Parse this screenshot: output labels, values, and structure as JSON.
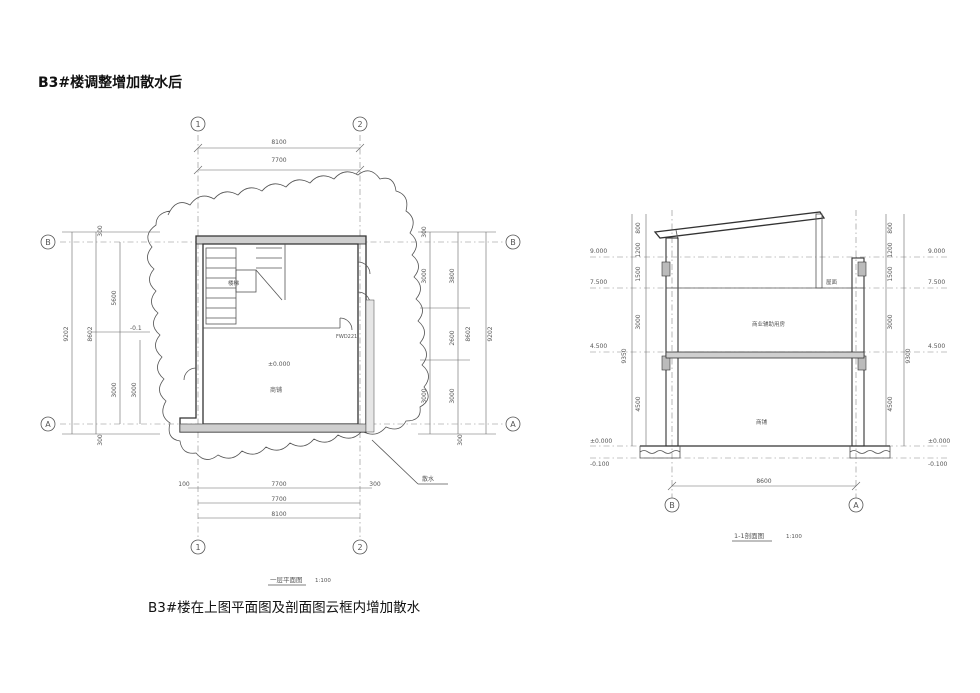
{
  "title": "B3#楼调整增加散水后",
  "caption": "B3#楼在上图平面图及剖面图云框内增加散水",
  "plan": {
    "grid_top": [
      "1",
      "2"
    ],
    "grid_left": [
      "B",
      "A"
    ],
    "grid_right": [
      "B",
      "A"
    ],
    "dim_top_total": "8100",
    "dim_top_inner": "7700",
    "dim_bottom_left": "100",
    "dim_bottom_right": "300",
    "dim_bottom_1": "7700",
    "dim_bottom_2": "7700",
    "dim_bottom_3": "8100",
    "left_dims": {
      "d300_top": "300",
      "d5600": "5600",
      "d8602": "8602",
      "d9202": "9202",
      "d3000": "3000",
      "d3000b": "3000",
      "d300_bot": "300"
    },
    "right_dims": {
      "d300_top": "300",
      "d3000": "3000",
      "d3800": "3800",
      "d2600": "2600",
      "d8602": "8602",
      "d9202": "9202",
      "d3000b": "3000",
      "d3000c": "3000",
      "d300_bot": "300"
    },
    "level_left": "-0.1",
    "room_stair": "楼梯",
    "room_level": "±0.000",
    "room_shop": "商铺",
    "door_tag": "FWD221",
    "note_apron": "散水",
    "plan_title": "一层平面图",
    "plan_scale": "1:100"
  },
  "section": {
    "grid_bottom": [
      "B",
      "A"
    ],
    "levels": [
      "9.000",
      "7.500",
      "4.500",
      "±0.000",
      "-0.100"
    ],
    "levels_right": [
      "9.000",
      "7.500",
      "4.500",
      "±0.000",
      "-0.100"
    ],
    "left_dims": [
      "800",
      "1200",
      "1500",
      "3000",
      "9350",
      "4500"
    ],
    "right_dims": [
      "800",
      "1200",
      "1500",
      "3000",
      "9300",
      "4500"
    ],
    "dim_bottom": "8600",
    "room_upper": "商业辅助用房",
    "room_lower": "商铺",
    "room_roof": "屋面",
    "section_title": "1-1剖面图",
    "section_scale": "1:100"
  }
}
